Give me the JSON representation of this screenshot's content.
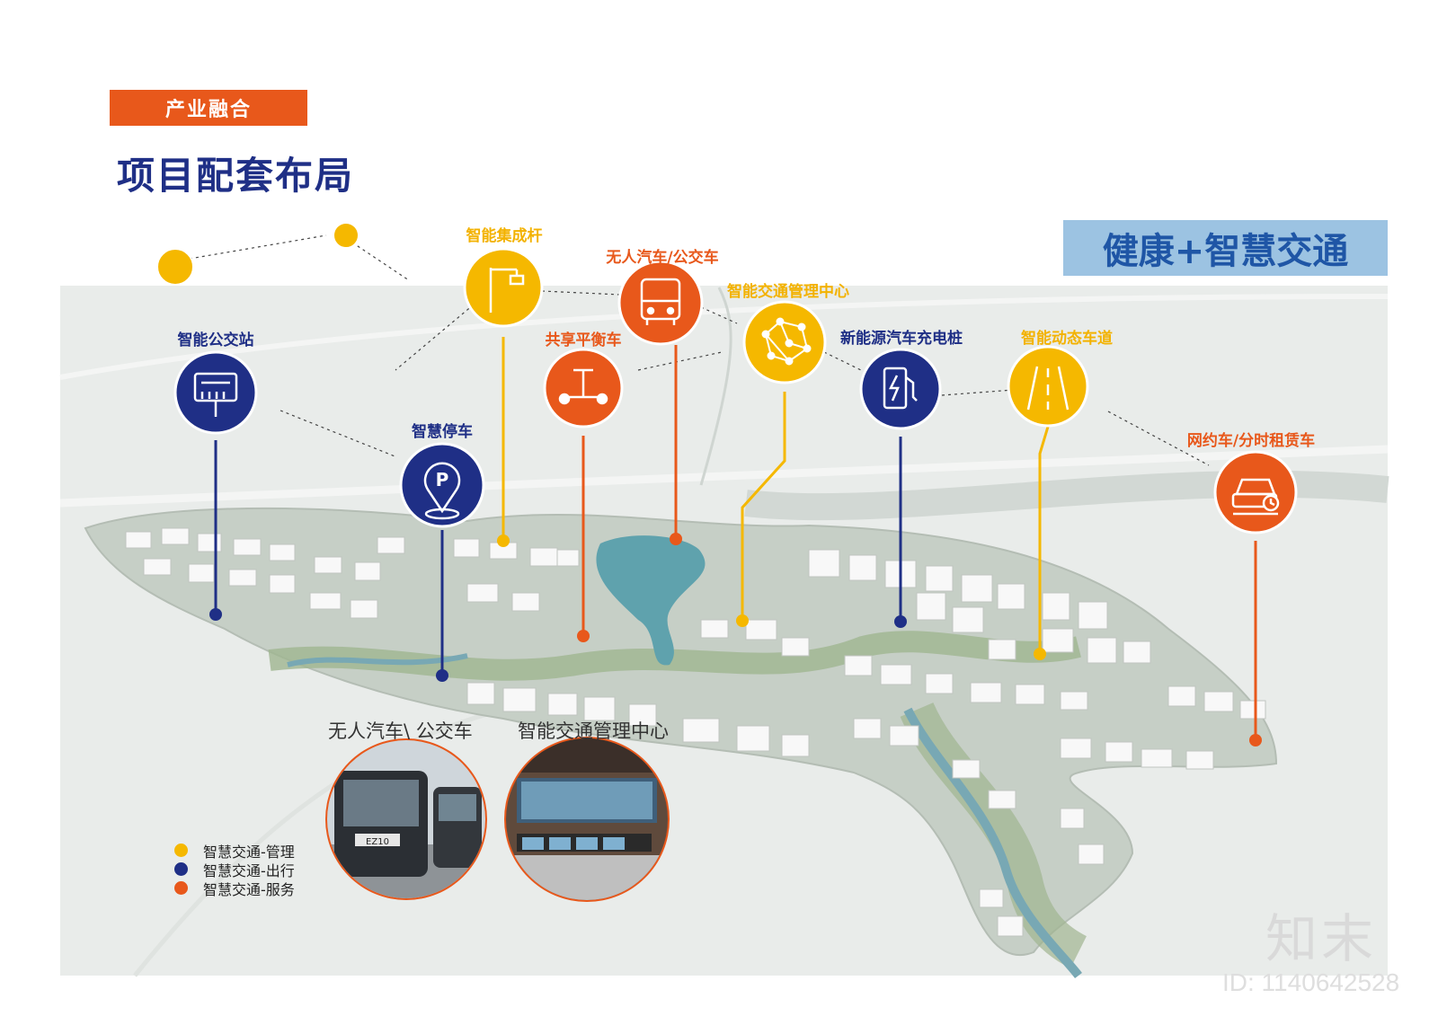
{
  "header": {
    "tag": "产业融合",
    "title": "项目配套布局",
    "headline": "健康+智慧交通"
  },
  "colors": {
    "management": "#f5b800",
    "travel": "#1f2f86",
    "service": "#e8581b"
  },
  "nodes": [
    {
      "id": "bus-station",
      "label": "智能公交站",
      "category": "travel",
      "icon": "bus-stop-sign-icon"
    },
    {
      "id": "smart-parking",
      "label": "智慧停车",
      "category": "travel",
      "icon": "parking-pin-icon"
    },
    {
      "id": "smart-pole",
      "label": "智能集成杆",
      "category": "management",
      "icon": "street-lamp-icon"
    },
    {
      "id": "self-balancing",
      "label": "共享平衡车",
      "category": "service",
      "icon": "balance-scooter-icon"
    },
    {
      "id": "autonomous-bus",
      "label": "无人汽车/公交车",
      "category": "service",
      "icon": "bus-front-icon"
    },
    {
      "id": "traffic-center",
      "label": "智能交通管理中心",
      "category": "management",
      "icon": "network-nodes-icon"
    },
    {
      "id": "ev-charging",
      "label": "新能源汽车充电桩",
      "category": "travel",
      "icon": "charging-station-icon"
    },
    {
      "id": "dynamic-lane",
      "label": "智能动态车道",
      "category": "management",
      "icon": "road-lanes-icon"
    },
    {
      "id": "ride-hailing",
      "label": "网约车/分时租赁车",
      "category": "service",
      "icon": "car-clock-icon"
    }
  ],
  "photos": [
    {
      "caption": "无人汽车\\ 公交车",
      "subject": "autonomous-bus-photo",
      "plate": "EZ10"
    },
    {
      "caption": "智能交通管理中心",
      "subject": "control-room-photo"
    }
  ],
  "legend": [
    {
      "label": "智慧交通-管理",
      "category": "management"
    },
    {
      "label": "智慧交通-出行",
      "category": "travel"
    },
    {
      "label": "智慧交通-服务",
      "category": "service"
    }
  ],
  "watermark": {
    "logo": "知末",
    "id": "ID: 1140642528"
  }
}
